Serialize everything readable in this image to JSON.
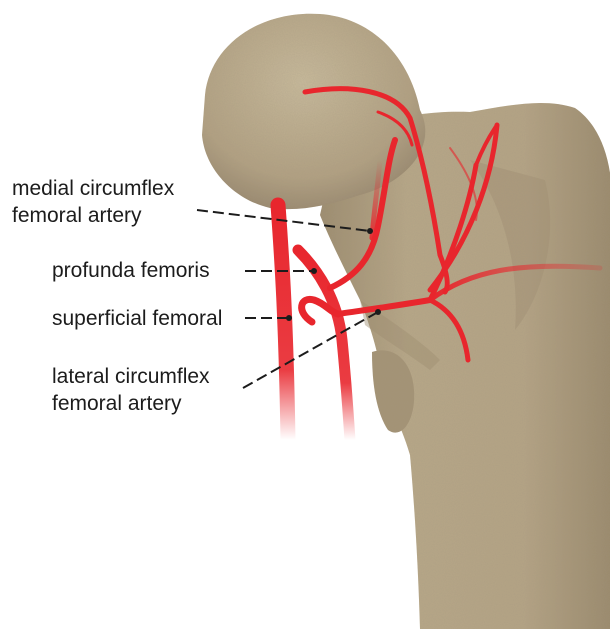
{
  "labels": {
    "medial_line1": "medial circumflex",
    "medial_line2": "femoral artery",
    "profunda": "profunda femoris",
    "superficial": "superficial femoral",
    "lateral_line1": "lateral circumflex",
    "lateral_line2": "femoral artery"
  },
  "colors": {
    "bone": "#b5a485",
    "bone_shadow": "#8d7c5f",
    "bone_highlight": "#cdbfa2",
    "artery": "#e8262d",
    "leader": "#1c1c1c"
  }
}
